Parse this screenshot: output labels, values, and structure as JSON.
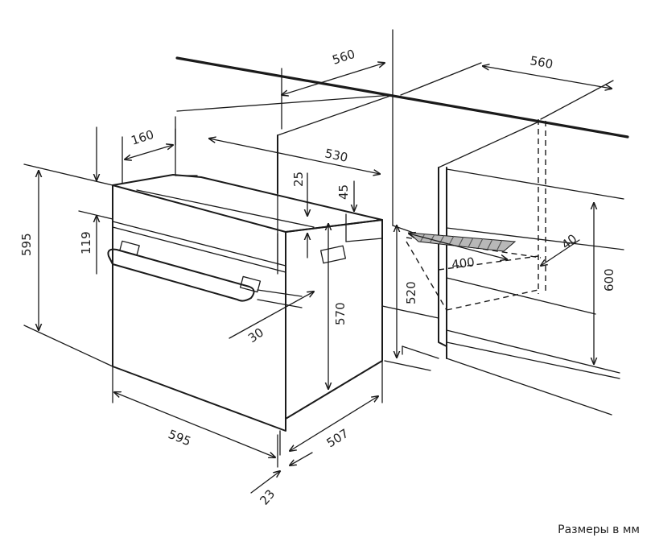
{
  "caption": "Размеры в мм",
  "dimensions": {
    "niche_width_left": "560",
    "niche_width_right": "560",
    "top_depth": "160",
    "niche_depth": "530",
    "top_gap": "25",
    "rear_gap": "45",
    "panel_height": "119",
    "oven_height": "595",
    "handle_offset": "30",
    "body_height": "570",
    "niche_height_low": "520",
    "vent_width": "400",
    "vent_depth": "40",
    "niche_height": "600",
    "oven_width": "595",
    "body_depth": "507",
    "front_thickness": "23"
  }
}
